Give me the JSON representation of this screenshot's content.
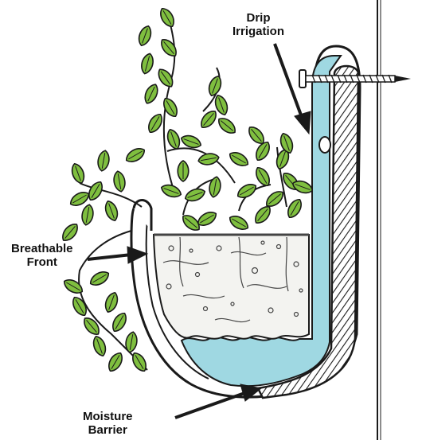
{
  "labels": {
    "drip_line1": "Drip",
    "drip_line2": "Irrigation",
    "breathable_line1": "Breathable",
    "breathable_line2": "Front",
    "moisture_line1": "Moisture",
    "moisture_line2": "Barrier"
  },
  "icons": {
    "plant": "fern-leaf-icon",
    "screw": "screw-icon"
  },
  "colors": {
    "water": "#9fd8e2",
    "leaf": "#7fbf3f",
    "outline": "#1a1a1a",
    "soil": "#f3f3f0",
    "background": "#ffffff"
  }
}
